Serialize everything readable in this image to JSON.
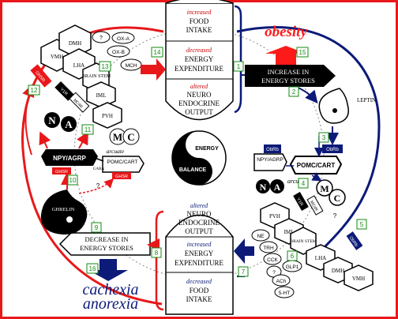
{
  "colors": {
    "red": "#e8181a",
    "dark_red": "#cc0000",
    "navy": "#0c1a78",
    "black": "#000000",
    "border": "#e8181a",
    "outcome_red": "#ff1a1a",
    "outcome_blue": "#0c1a78",
    "green_num": "#118a11"
  },
  "title_top": "obesity",
  "title_bottom_1": "cachexia",
  "title_bottom_2": "anorexia",
  "top_panel": {
    "b1": {
      "adj": "increased",
      "l1": "FOOD",
      "l2": "INTAKE"
    },
    "b2": {
      "adj": "decreased",
      "l1": "ENERGY",
      "l2": "EXPENDITURE"
    },
    "b3": {
      "adj": "altered",
      "l1": "NEURO",
      "l2": "ENDOCRINE",
      "l3": "OUTPUT"
    }
  },
  "bottom_panel": {
    "b1": {
      "adj": "altered",
      "l1": "NEURO",
      "l2": "ENDOCRINE",
      "l3": "OUTPUT"
    },
    "b2": {
      "adj": "increased",
      "l1": "ENERGY",
      "l2": "EXPENDITURE"
    },
    "b3": {
      "adj": "decreased",
      "l1": "FOOD",
      "l2": "INTAKE"
    }
  },
  "increase_box": {
    "l1": "INCREASE IN",
    "l2": "ENERGY STORES"
  },
  "decrease_box": {
    "l1": "DECREASE IN",
    "l2": "ENERGY STORES"
  },
  "energy_balance": {
    "l1": "ENERGY",
    "l2": "BALANCE"
  },
  "leptin": "LEPTIN",
  "ghrelin": "GHRELIN",
  "left_cluster": {
    "vmh": "VMH",
    "dmh": "DMH",
    "lha": "LHA",
    "brain_stem": "BRAIN STEM",
    "iml": "IML",
    "pvh": "PVH",
    "ghsr": "GHSR",
    "y1r": "Y1R",
    "mc4r": "MC4R",
    "oxa": "OX-A",
    "oxb": "OX-B",
    "mch": "MCH",
    "q": "?",
    "n": "N",
    "a": "A",
    "m": "M",
    "c": "C",
    "npy": "NPY/AGRP",
    "pomc": "POMC/CART",
    "arcuate": "arcuate",
    "gaba": "GABA",
    "ghsr2": "GHSR",
    "ghsr3": "GHSR",
    "q2": "?"
  },
  "right_cluster": {
    "obrb1": "ObRb",
    "obrb2": "ObRb",
    "obrb3": "ObRb",
    "npy": "NPY/AGRP",
    "pomc": "POMC/CART",
    "arcuate": "arcuate",
    "n": "N",
    "a": "A",
    "m": "M",
    "c": "C",
    "pvh": "PVH",
    "y1r": "Y1R",
    "mc4r": "MC4R",
    "iml": "IML",
    "brain_stem": "BRAIN STEM",
    "lha": "LHA",
    "dmh": "DMH",
    "vmh": "VMH",
    "ne": "NE",
    "trh": "TRH",
    "cck": "CCK",
    "glp1": "GLP1",
    "ach": "ACh",
    "ht": "5-HT",
    "q": "?",
    "q2": "?"
  },
  "step_numbers": [
    "1",
    "2",
    "3",
    "4",
    "5",
    "6",
    "7",
    "8",
    "9",
    "10",
    "11",
    "12",
    "13",
    "14",
    "15",
    "16"
  ]
}
